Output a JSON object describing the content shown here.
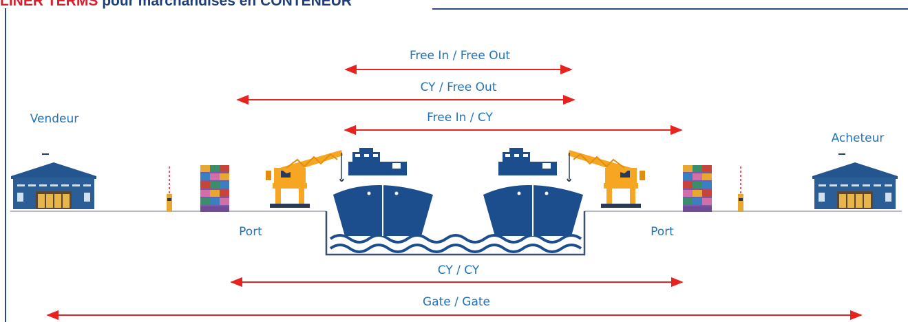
{
  "header": {
    "title_red": "LINER TERMS",
    "title_blue": "pour marchandises en CONTENEUR"
  },
  "labels": {
    "seller": "Vendeur",
    "buyer": "Acheteur",
    "port_left": "Port",
    "port_right": "Port"
  },
  "ranges": [
    {
      "label": "Free In / Free Out"
    },
    {
      "label": "CY / Free Out"
    },
    {
      "label": "Free In / CY"
    },
    {
      "label": "CY / CY"
    },
    {
      "label": "Gate / Gate"
    }
  ],
  "colors": {
    "arrow": "#e8231f",
    "label": "#2373b8",
    "ship": "#1c4d8c",
    "warehouse": "#2b5d97",
    "crane": "#f6a623",
    "frame": "#2a4a84"
  },
  "icons": [
    "warehouse-icon",
    "barrier-icon",
    "container-stack-icon",
    "crane-icon",
    "ship-icon",
    "water-waves-icon"
  ]
}
